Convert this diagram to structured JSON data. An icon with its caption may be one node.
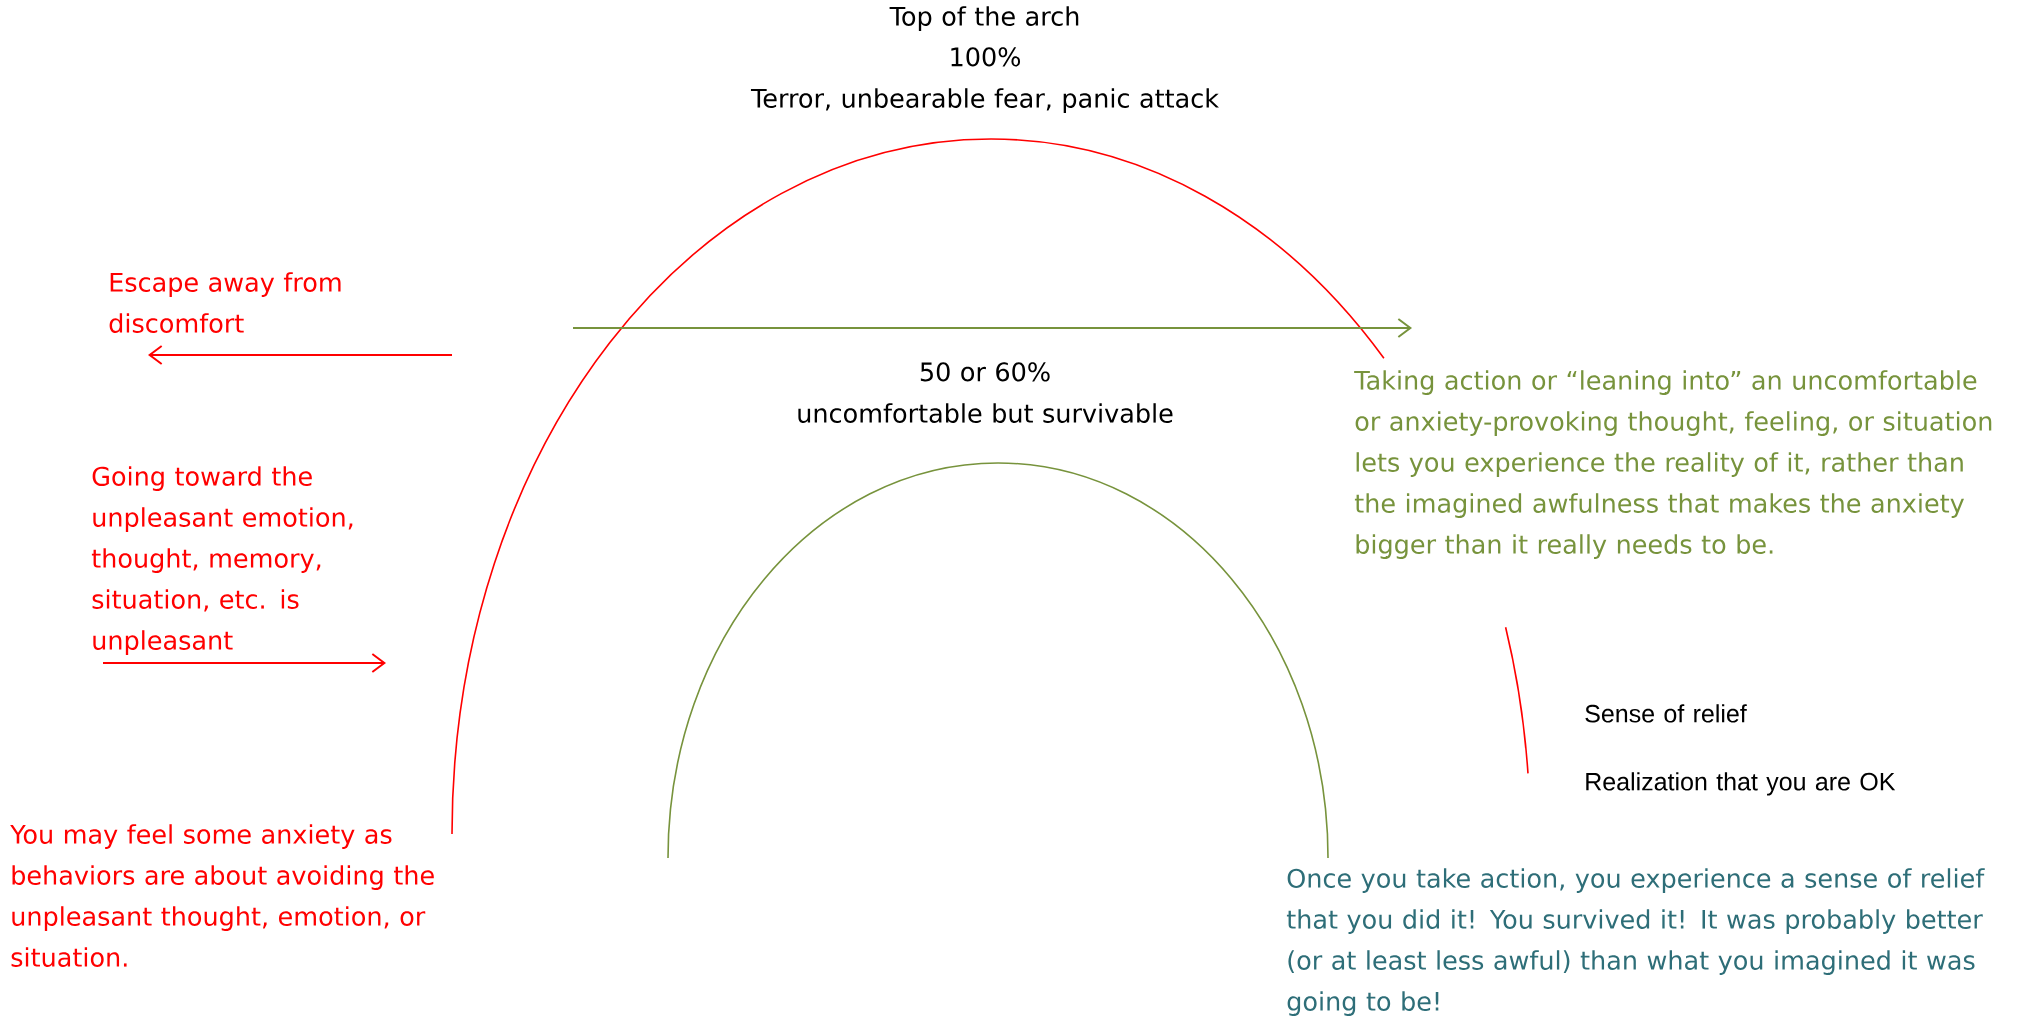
{
  "diagram": {
    "labels": [
      "Top of the arch",
      "100%",
      "Terror, unbearable fear, panic attack",
      "Escape away from discomfort",
      "50 or 60%",
      "uncomfortable but survivable",
      "Taking action or “leaning into” an uncomfortable or anxiety-provoking thought, feeling, or situation lets you experience the reality of it, rather than the imagined awfulness that makes the anxiety bigger than it really needs to be.",
      "Going toward the unpleasant emotion, thought, memory, situation, etc. is unpleasant",
      "Sense of relief",
      "Realization that you are OK",
      "You may feel some anxiety as behaviors are about avoiding the unpleasant thought, emotion, or situation.",
      "Once you take action, you experience a sense of relief that you did it! You survived it! It was probably better (or at least less awful) than what you imagined it was going to be!"
    ]
  }
}
